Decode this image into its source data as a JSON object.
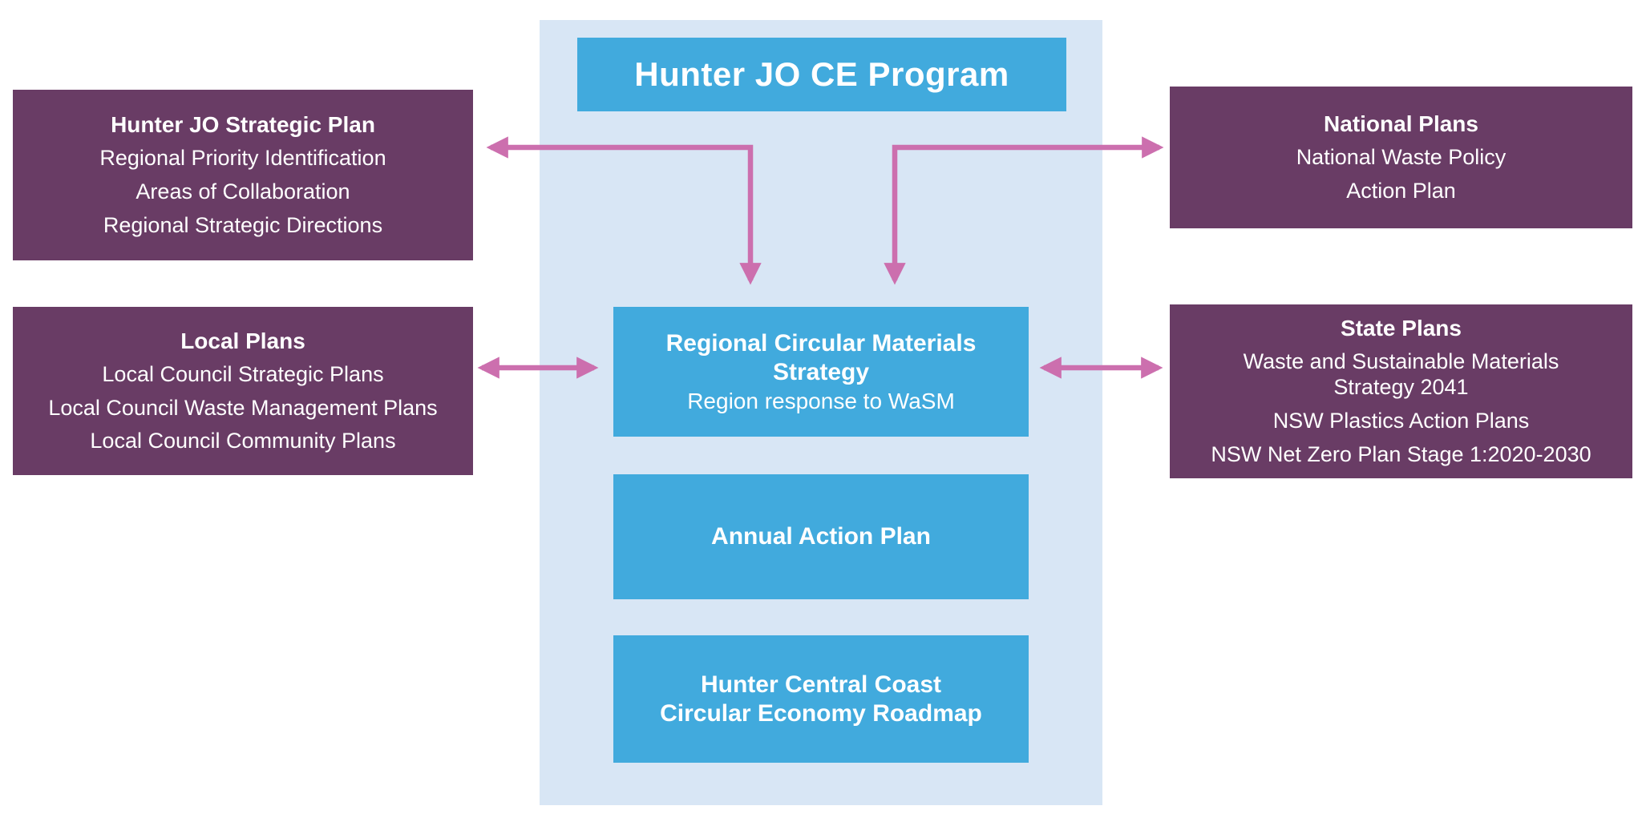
{
  "colors": {
    "background": "#ffffff",
    "band": "#d8e6f5",
    "box_blue": "#41aadd",
    "box_purple": "#693c65",
    "arrow_pink": "#cc6fae",
    "text": "#ffffff"
  },
  "program": {
    "title": "Hunter JO CE Program"
  },
  "side_boxes": {
    "hunter_jo_strategic_plan": {
      "title": "Hunter JO Strategic Plan",
      "lines": [
        "Regional Priority Identification",
        "Areas of Collaboration",
        "Regional Strategic Directions"
      ]
    },
    "local_plans": {
      "title": "Local Plans",
      "lines": [
        "Local Council Strategic Plans",
        "Local Council Waste Management Plans",
        "Local Council Community Plans"
      ]
    },
    "national_plans": {
      "title": "National Plans",
      "lines": [
        "National Waste Policy",
        "Action Plan"
      ]
    },
    "state_plans": {
      "title": "State Plans",
      "lines": [
        "Waste and Sustainable Materials\nStrategy 2041",
        "NSW Plastics Action Plans",
        "NSW Net Zero Plan Stage 1:2020-2030"
      ]
    }
  },
  "center_boxes": {
    "regional_strategy": {
      "title": "Regional Circular Materials Strategy",
      "subtitle": "Region response to WaSM"
    },
    "annual_action_plan": {
      "title": "Annual Action Plan"
    },
    "ce_roadmap": {
      "title": "Hunter Central Coast\nCircular Economy Roadmap"
    }
  }
}
